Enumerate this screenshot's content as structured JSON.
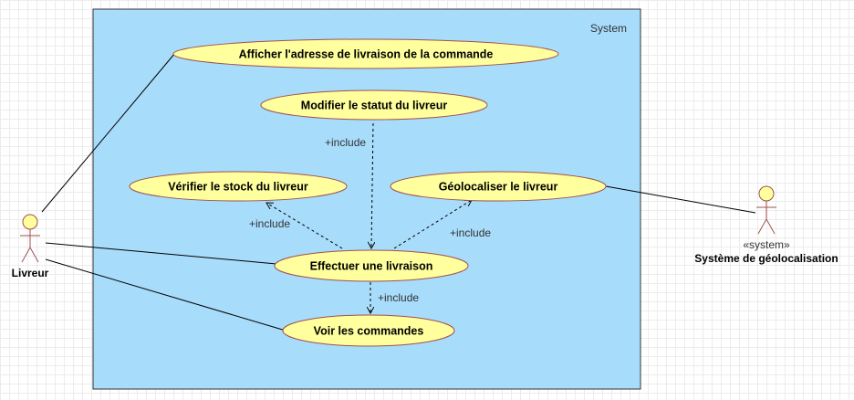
{
  "system": {
    "title": "System"
  },
  "use_cases": {
    "afficher": "Afficher l'adresse de livraison de la commande",
    "modifier": "Modifier le statut du livreur",
    "verifier": "Vérifier le stock du livreur",
    "geolocaliser": "Géolocaliser le livreur",
    "effectuer": "Effectuer une livraison",
    "voir": "Voir les commandes"
  },
  "relations": {
    "include_modifier": "+include",
    "include_verifier": "+include",
    "include_geolocaliser": "+include",
    "include_voir": "+include"
  },
  "actors": {
    "livreur": {
      "name": "Livreur"
    },
    "systeme": {
      "stereotype": "«system»",
      "name": "Système de géolocalisation"
    }
  },
  "colors": {
    "system_fill": "#a8dcfb",
    "system_border": "#333333",
    "use_case_fill": "#ffff9e",
    "use_case_border": "#a1504a",
    "actor_fill": "#ffff9e",
    "actor_border": "#a1504a"
  }
}
